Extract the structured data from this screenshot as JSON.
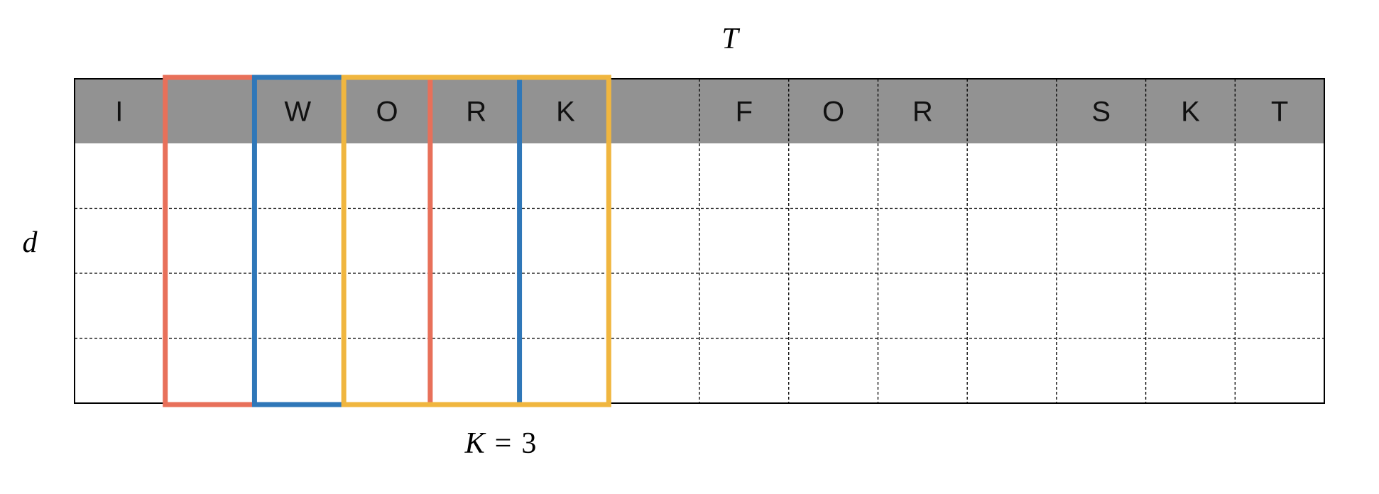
{
  "labels": {
    "top_axis": "T",
    "left_axis": "d",
    "window_op": "=",
    "window_var": "K",
    "window_size": "3"
  },
  "tokens": [
    "I",
    "",
    "W",
    "O",
    "R",
    "K",
    "",
    "F",
    "O",
    "R",
    "",
    "S",
    "K",
    "T"
  ],
  "grid": {
    "columns": 14,
    "dimension_rows": 4
  },
  "windows": [
    {
      "name": "window-1",
      "start": 1,
      "span": 3,
      "color": "#e8705a"
    },
    {
      "name": "window-2",
      "start": 2,
      "span": 3,
      "color": "#2f77b8"
    },
    {
      "name": "window-3",
      "start": 3,
      "span": 3,
      "color": "#f0b63f"
    }
  ],
  "colors": {
    "token_row": "#929292",
    "border": "#000000",
    "grid_line": "#000000"
  }
}
